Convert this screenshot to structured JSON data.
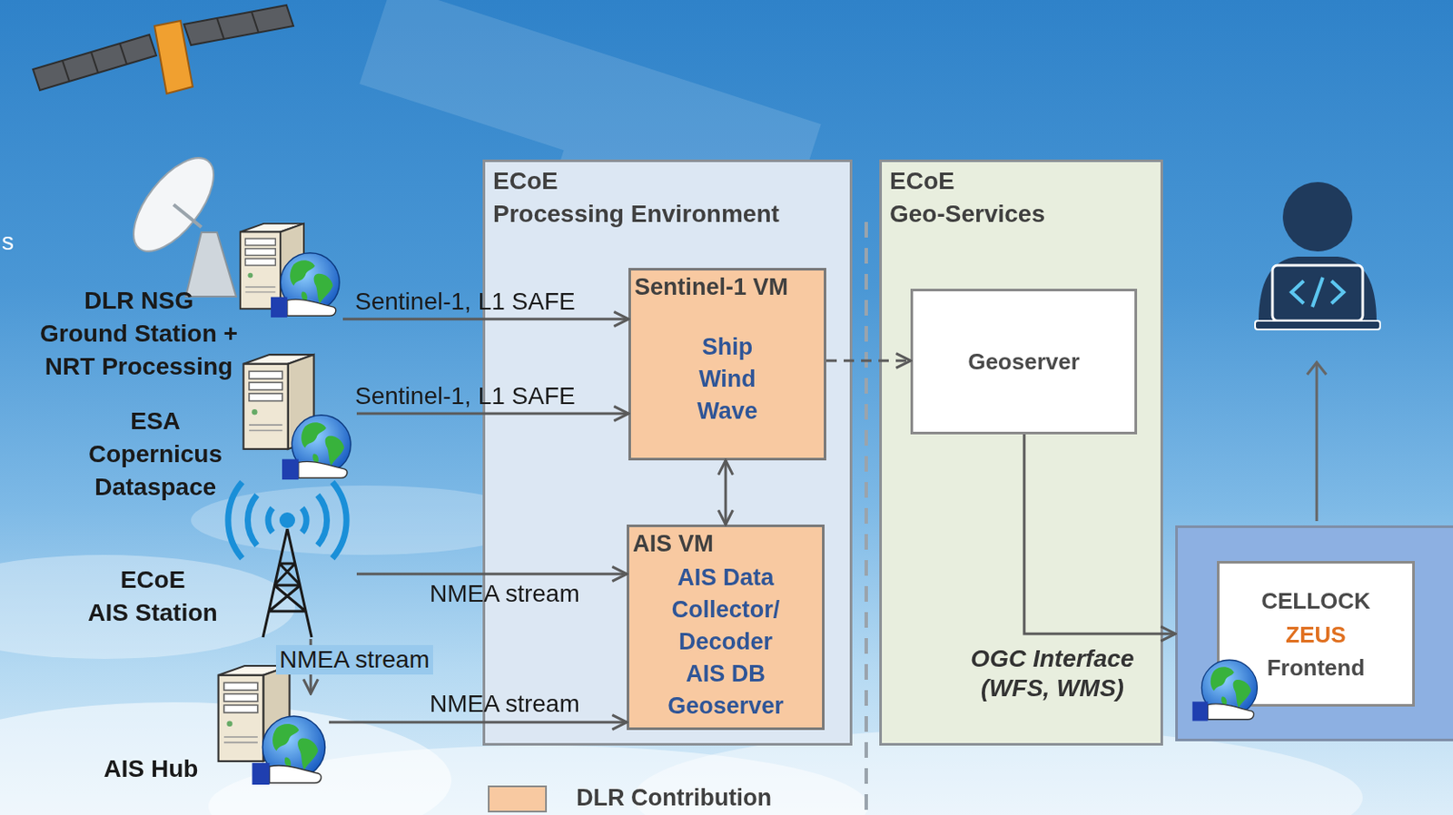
{
  "diagram": {
    "nodes": [
      {
        "text": [
          "DLR NSG Ground Station + NRT Processing"
        ]
      },
      {
        "text": [
          "ESA Copernicus Dataspace"
        ]
      },
      {
        "text": [
          "ECoE AIS Station"
        ]
      },
      {
        "text": [
          "AIS Hub"
        ]
      },
      {
        "text": [
          "ECoE Processing Environment"
        ]
      },
      {
        "text": [
          "Sentinel-1 VM",
          "Ship Wind Wave"
        ],
        "in": 4
      },
      {
        "text": [
          "AIS VM",
          "AIS Data Collector/ Decoder AIS DB Geoserver"
        ],
        "in": 4
      },
      {
        "text": [
          "ECoE Geo-Services"
        ]
      },
      {
        "text": [
          "Geoserver"
        ],
        "in": 7
      },
      {
        "text": [
          "CELLOCK",
          "ZEUS",
          "Frontend"
        ]
      }
    ],
    "edges": [
      {
        "from": 0,
        "to": 5,
        "label": "Sentinel-1, L1 SAFE",
        "arrow": "to"
      },
      {
        "from": 1,
        "to": 5,
        "label": "Sentinel-1, L1 SAFE",
        "arrow": "to"
      },
      {
        "from": 2,
        "to": 6,
        "label": "NMEA stream",
        "arrow": "to"
      },
      {
        "from": 2,
        "to": 3,
        "label": "NMEA stream",
        "arrow": "to"
      },
      {
        "from": 3,
        "to": 6,
        "label": "NMEA stream",
        "arrow": "to"
      },
      {
        "from": 5,
        "to": 6,
        "arrow": "both"
      },
      {
        "from": 5,
        "to": 8,
        "arrow": "to"
      },
      {
        "from": 8,
        "to": 9,
        "label": "OGC Interface (WFS, WMS)",
        "arrow": "to"
      }
    ],
    "labels": [
      "s"
    ],
    "legend": [
      {
        "text": "DLR Contribution",
        "color": "#f8c9a1"
      }
    ]
  }
}
